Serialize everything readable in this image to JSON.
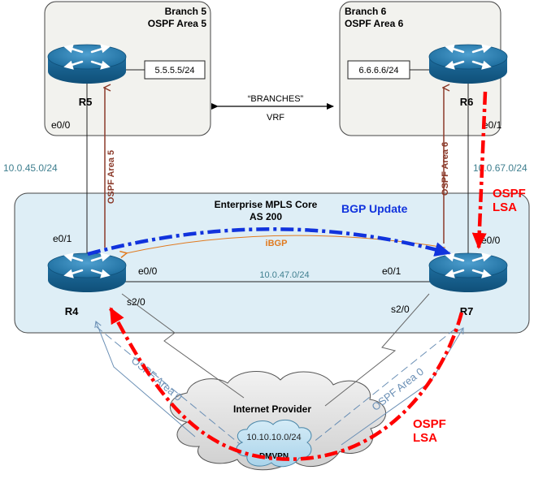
{
  "branch5": {
    "title": "Branch 5",
    "area": "OSPF Area 5",
    "router": "R5",
    "prefix": "5.5.5.5/24",
    "iface": "e0/0",
    "link_subnet": "10.0.45.0/24",
    "ospf_label": "OSPF Area 5"
  },
  "branch6": {
    "title": "Branch 6",
    "area": "OSPF Area 6",
    "router": "R6",
    "prefix": "6.6.6.6/24",
    "iface": "e0/1",
    "link_subnet": "10.0.67.0/24",
    "ospf_label": "OSPF Area 6"
  },
  "vrf": {
    "name": "“BRANCHES”",
    "label": "VRF"
  },
  "core": {
    "title": "Enterprise MPLS Core",
    "as": "AS 200",
    "bgp_update": "BGP Update",
    "ibgp": "iBGP",
    "link_subnet": "10.0.47.0/24",
    "r4": {
      "name": "R4",
      "e0_1": "e0/1",
      "e0_0": "e0/0",
      "s2_0": "s2/0"
    },
    "r7": {
      "name": "R7",
      "e0_1": "e0/1",
      "e0_0": "e0/0",
      "s2_0": "s2/0"
    }
  },
  "lsa_top": {
    "line1": "OSPF",
    "line2": "LSA"
  },
  "lsa_bottom": {
    "line1": "OSPF",
    "line2": "LSA"
  },
  "internet": {
    "title": "Internet Provider",
    "dmvpn_subnet": "10.10.10.0/24",
    "dmvpn": "DMVPN"
  },
  "area0_left": "OSPF Area 0",
  "area0_right": "OSPF Area 0",
  "colors": {
    "red": "#ff0000",
    "blue": "#1133dd",
    "orange": "#e07a1f",
    "brown": "#8b3a2a",
    "teal": "#3f7f8f",
    "core_bg": "#deeef6",
    "box_bg": "#f2f2ee"
  }
}
